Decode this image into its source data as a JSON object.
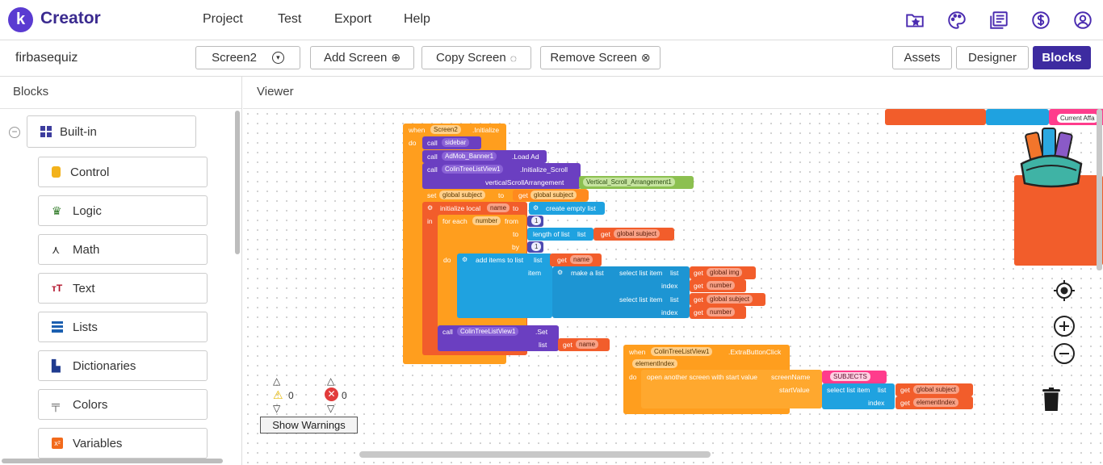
{
  "app": {
    "brand": "Creator",
    "logo_letter": "k"
  },
  "menu": [
    "Project",
    "Test",
    "Export",
    "Help"
  ],
  "top_icons": [
    "folder-star-icon",
    "palette-icon",
    "library-icon",
    "dollar-icon",
    "account-icon"
  ],
  "toolbar": {
    "project_name": "firbasequiz",
    "screen_select": "Screen2",
    "add_screen": "Add Screen",
    "copy_screen": "Copy Screen",
    "remove_screen": "Remove Screen",
    "assets": "Assets",
    "designer": "Designer",
    "blocks": "Blocks"
  },
  "blocks_panel": {
    "title": "Blocks",
    "builtin": "Built-in",
    "categories": [
      "Control",
      "Logic",
      "Math",
      "Text",
      "Lists",
      "Dictionaries",
      "Colors",
      "Variables"
    ]
  },
  "viewer": {
    "title": "Viewer",
    "warnings_count": "0",
    "errors_count": "0",
    "show_warnings": "Show Warnings",
    "right_top_label": "Current Affa"
  },
  "block1": {
    "when": "when",
    "screen": "Screen2",
    "event": ".Initialize",
    "do": "do",
    "call": "call",
    "sidebar": "sidebar",
    "admob": "AdMob_Banner1",
    "load_ad": ".Load Ad",
    "colin": "ColinTreeListView1",
    "init_scroll": ".Initialize_Scroll",
    "vsa_label": "verticalScrollArrangement",
    "vsa_value": "Vertical_Scroll_Arrangement1",
    "set": "set",
    "global_subject": "global subject",
    "to": "to",
    "get": "get",
    "init_local": "initialize local",
    "name": "name",
    "create_empty_list": "create empty list",
    "in": "in",
    "for_each": "for each",
    "number": "number",
    "from": "from",
    "one": "1",
    "length_of_list": "length of list",
    "list": "list",
    "by": "by",
    "add_items": "add items to list",
    "item": "item",
    "make_a_list": "make a list",
    "select_list_item": "select list item",
    "index": "index",
    "global_img": "global img",
    "set_method": ".Set"
  },
  "block2": {
    "when": "when",
    "colin": "ColinTreeListView1",
    "event": ".ExtraButtonClick",
    "param": "elementIndex",
    "do": "do",
    "open_screen": "open another screen with start value",
    "screen_name": "screenName",
    "subjects": "SUBJECTS",
    "start_value": "startValue",
    "select_list_item": "select list item",
    "list": "list",
    "get": "get",
    "global_subject": "global subject",
    "index": "index",
    "element_index": "elementIndex"
  }
}
